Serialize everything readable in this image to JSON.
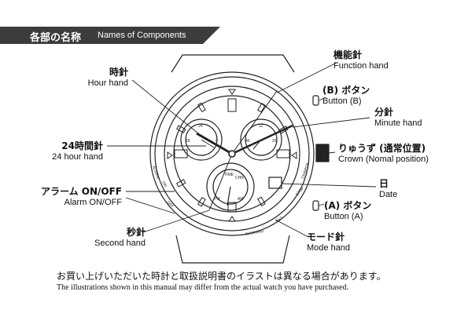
{
  "header": {
    "title_jp": "各部の名称",
    "title_en": "Names of Components"
  },
  "labels": {
    "hour_hand": {
      "jp": "時針",
      "en": "Hour hand"
    },
    "function_hand": {
      "jp": "機能針",
      "en": "Function hand"
    },
    "button_b": {
      "jp": "(B) ボタン",
      "en": "Button (B)"
    },
    "minute_hand": {
      "jp": "分針",
      "en": "Minute hand"
    },
    "hour24_hand": {
      "jp": "24時間針",
      "en": "24 hour hand"
    },
    "crown": {
      "jp": "りゅうず (通常位置)",
      "en": "Crown (Nomal position)"
    },
    "date": {
      "jp": "日",
      "en": "Date"
    },
    "alarm": {
      "jp": "アラーム ON/OFF",
      "en": "Alarm ON/OFF"
    },
    "button_a": {
      "jp": "(A) ボタン",
      "en": "Button (A)"
    },
    "second_hand": {
      "jp": "秒針",
      "en": "Second hand"
    },
    "mode_hand": {
      "jp": "モード針",
      "en": "Mode hand"
    }
  },
  "dial": {
    "alarm": "ALARM",
    "on": "ON",
    "off": "OFF",
    "stop": "STOP",
    "charge": "CHARGE",
    "set": "SET",
    "warning": "WARNING",
    "time": "TIME",
    "chr": "CHR",
    "am": "AM",
    "pm": "PM",
    "n24": "24",
    "n18": "18",
    "n6": "6",
    "n12": "12",
    "n20": "20",
    "n40": "40"
  },
  "note": {
    "jp": "お買い上げいただいた時計と取扱説明書のイラストは異なる場合があります。",
    "en": "The illustrations shown in this manual may differ from the actual watch you have purchased."
  }
}
